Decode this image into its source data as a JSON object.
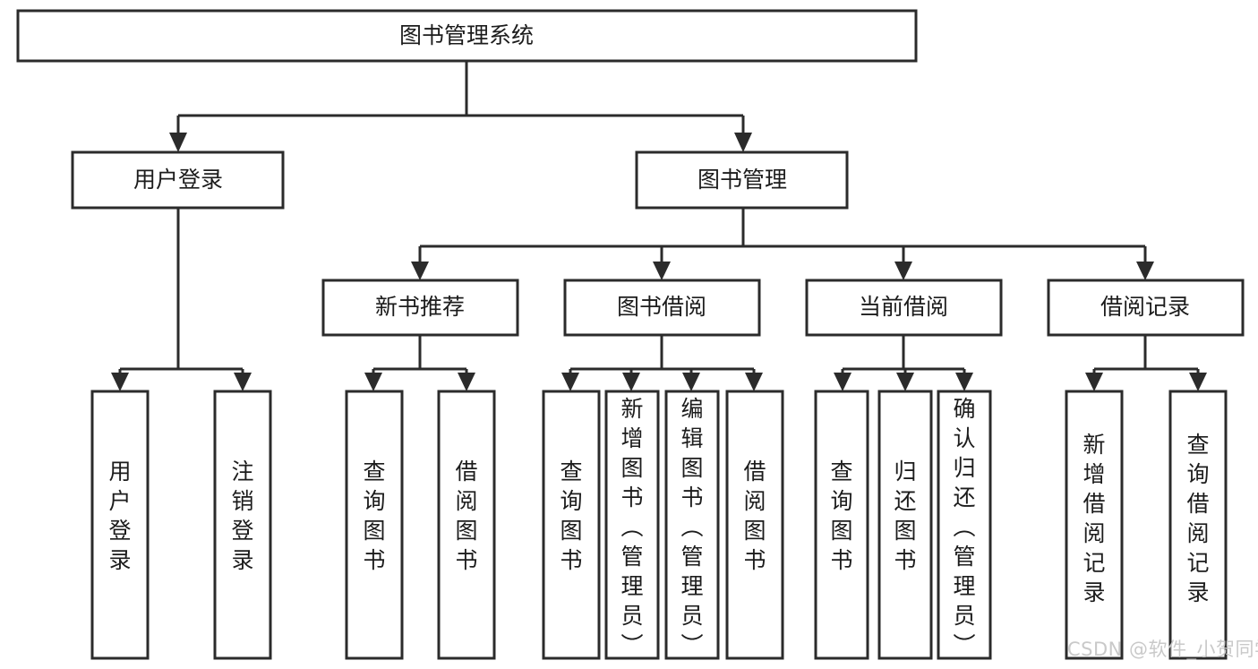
{
  "diagram": {
    "title": "图书管理系统",
    "type": "tree-hierarchy",
    "root": {
      "label": "图书管理系统"
    },
    "level2": [
      {
        "label": "用户登录"
      },
      {
        "label": "图书管理"
      }
    ],
    "level3": [
      {
        "label": "新书推荐"
      },
      {
        "label": "图书借阅"
      },
      {
        "label": "当前借阅"
      },
      {
        "label": "借阅记录"
      }
    ],
    "leaves": {
      "user_login": [
        {
          "label": "用户登录"
        },
        {
          "label": "注销登录"
        }
      ],
      "new_book_recommend": [
        {
          "label": "查询图书"
        },
        {
          "label": "借阅图书"
        }
      ],
      "book_borrow": [
        {
          "label": "查询图书"
        },
        {
          "label": "新增图书（管理员）"
        },
        {
          "label": "编辑图书（管理员）"
        },
        {
          "label": "借阅图书"
        }
      ],
      "current_borrow": [
        {
          "label": "查询图书"
        },
        {
          "label": "归还图书"
        },
        {
          "label": "确认归还（管理员）"
        }
      ],
      "borrow_record": [
        {
          "label": "新增借阅记录"
        },
        {
          "label": "查询借阅记录"
        }
      ]
    }
  },
  "watermark": {
    "text": "CSDN @软件_小贺同学"
  },
  "colors": {
    "stroke": "#2b2b2b",
    "fill": "#ffffff",
    "text": "#1c1c1c",
    "watermark": "#c9c9c9"
  }
}
